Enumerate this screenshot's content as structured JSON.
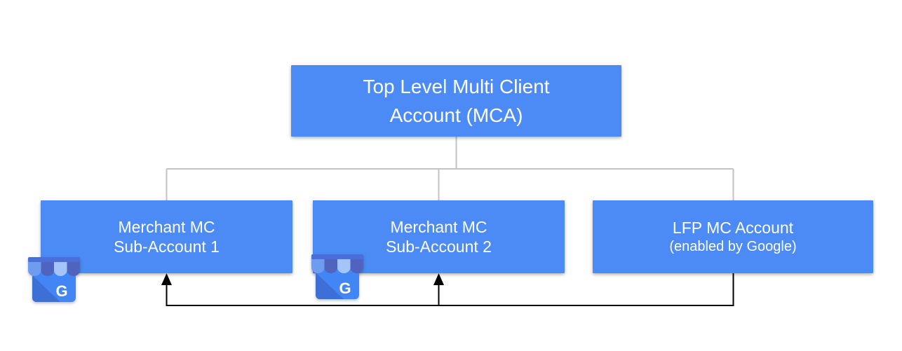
{
  "colors": {
    "page-bg": "#ffffff",
    "node-fill": "#4c8bf6",
    "node-text": "#ffffff",
    "hierarchy-line": "#c3c3c3",
    "feed-line": "#000000",
    "icon-body": "#4285f4",
    "icon-fold": "#3c70d6",
    "icon-awning-bar": "#4a6fd9",
    "icon-stripe-light": "#6e9cef",
    "icon-stripe-dark": "#5063bf",
    "icon-stripe-lighter": "#a5c4fa",
    "icon-letter": "#ffffff"
  },
  "diagram": {
    "nodes": {
      "mca": {
        "line1": "Top Level Multi Client",
        "line2": "Account (MCA)"
      },
      "sub1": {
        "line1": "Merchant MC",
        "line2": "Sub-Account 1"
      },
      "sub2": {
        "line1": "Merchant MC",
        "line2": "Sub-Account 2"
      },
      "lfp": {
        "line1": "LFP MC Account",
        "line2": "(enabled by Google)"
      }
    },
    "edges": {
      "hierarchy": [
        {
          "from": "mca",
          "to": "sub1",
          "style": "plain-gray"
        },
        {
          "from": "mca",
          "to": "sub2",
          "style": "plain-gray"
        },
        {
          "from": "mca",
          "to": "lfp",
          "style": "plain-gray"
        }
      ],
      "feeds": [
        {
          "from": "lfp",
          "to": "sub1",
          "style": "black-arrow-up"
        },
        {
          "from": "lfp",
          "to": "sub2",
          "style": "black-arrow-up"
        }
      ]
    },
    "icons": [
      {
        "name": "google-business-profile-icon",
        "letter": "G",
        "attached_to": "sub1"
      },
      {
        "name": "google-business-profile-icon",
        "letter": "G",
        "attached_to": "sub2"
      }
    ]
  }
}
